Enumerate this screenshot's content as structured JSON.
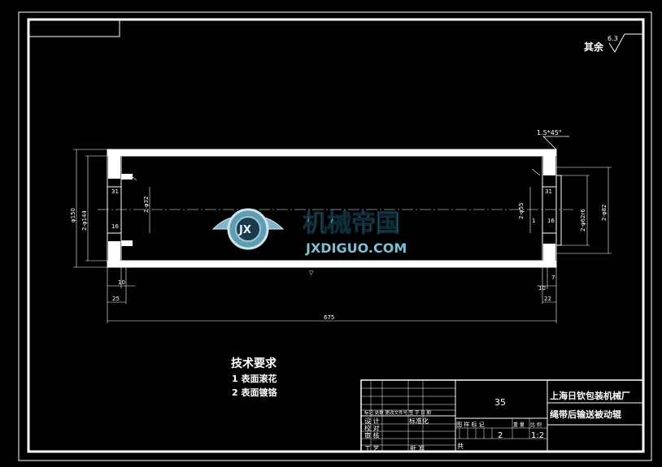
{
  "drawing": {
    "surface_note": "其余",
    "surface_roughness": "6.3",
    "chamfer": "1.5*45°",
    "dims": {
      "outer_dia": "φ150",
      "inner_dia": "2-φ144",
      "left_bore": "2-φ32",
      "right_bore_small": "2-φ55",
      "right_bore_mid": "2-φ62r6",
      "right_bore_out": "2-φ82",
      "left_w1": "31",
      "left_w2": "16",
      "right_w1": "31",
      "right_w2": "16",
      "right_w3": "1",
      "left_10": "10",
      "left_25": "25",
      "right_10": "10",
      "right_7": "7",
      "right_22": "22",
      "overall": "675"
    }
  },
  "tech_requirements": {
    "title": "技术要求",
    "items": [
      "1 表面滚花",
      "2 表面镀铬"
    ]
  },
  "watermark": {
    "cn": "机械帝国",
    "en": "JXDIGUO.COM",
    "emblem": "JX"
  },
  "title_block": {
    "company": "上海日钦包装机械厂",
    "drawing_name": "绳带后输送被动辊",
    "drawing_no": "35",
    "quantity": "2",
    "scale": "1:2",
    "row_labels": {
      "design": "设 计",
      "standardize": "标准化",
      "check": "校 对",
      "review": "审 核",
      "process": "工 艺",
      "approve": "批 准",
      "stage_mark": "图 样 标 记",
      "weight": "重 量",
      "ratio": "比 例",
      "sheets": "共",
      "header_row": "标记 处数 更改文件号 签 字 日 期"
    }
  }
}
